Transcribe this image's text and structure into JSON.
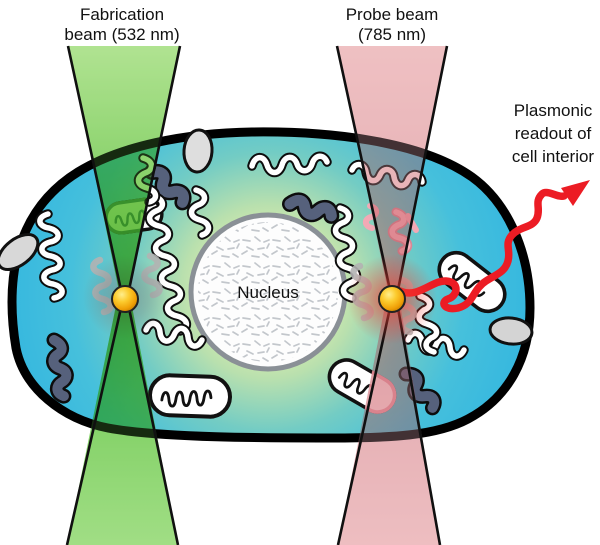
{
  "figure": {
    "type": "scientific-diagram",
    "subject": "Intracellular laser fabrication and plasmonic probing of a living cell"
  },
  "labels": {
    "fabrication_beam_line1": "Fabrication",
    "fabrication_beam_line2": "beam (532 nm)",
    "probe_beam_line1": "Probe beam",
    "probe_beam_line2": "(785 nm)",
    "readout_line1": "Plasmonic",
    "readout_line2": "readout of",
    "readout_line3": "cell interior",
    "nucleus": "Nucleus"
  },
  "beams": {
    "fabrication_wavelength_nm": "532",
    "probe_wavelength_nm": "785"
  },
  "colors": {
    "fabrication_beam_green": "#7ecb63",
    "probe_beam_pink": "#f6c9c9",
    "readout_arrow_red": "#ec1c24",
    "nanoparticle_gold": "#f2b705",
    "cell_edge_teal": "#35b7e0",
    "cell_center_yellow_green": "#eff3b6",
    "organelle_slate": "#56617c",
    "vesicle_gray": "#dcdcdc",
    "nucleus_border_gray": "#8a9096",
    "membrane_black": "#000000"
  }
}
